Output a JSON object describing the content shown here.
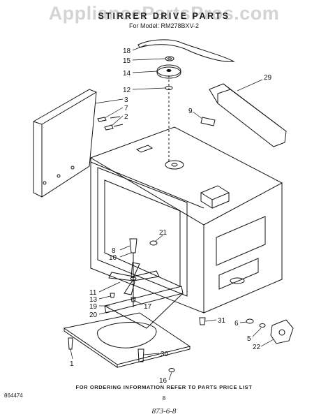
{
  "watermark": "AppliancePartsPros.com",
  "header": {
    "title": "STIRRER DRIVE PARTS",
    "model": "For Model: RM278BXV-2"
  },
  "callouts": [
    {
      "id": "18",
      "label": "18"
    },
    {
      "id": "15",
      "label": "15"
    },
    {
      "id": "14",
      "label": "14"
    },
    {
      "id": "12",
      "label": "12"
    },
    {
      "id": "29",
      "label": "29"
    },
    {
      "id": "3",
      "label": "3"
    },
    {
      "id": "7",
      "label": "7"
    },
    {
      "id": "2",
      "label": "2"
    },
    {
      "id": "9",
      "label": "9"
    },
    {
      "id": "21",
      "label": "21"
    },
    {
      "id": "8",
      "label": "8"
    },
    {
      "id": "10",
      "label": "10"
    },
    {
      "id": "11",
      "label": "11"
    },
    {
      "id": "13",
      "label": "13"
    },
    {
      "id": "17",
      "label": "17"
    },
    {
      "id": "19",
      "label": "19"
    },
    {
      "id": "20",
      "label": "20"
    },
    {
      "id": "31",
      "label": "31"
    },
    {
      "id": "6",
      "label": "6"
    },
    {
      "id": "5",
      "label": "5"
    },
    {
      "id": "22",
      "label": "22"
    },
    {
      "id": "1",
      "label": "1"
    },
    {
      "id": "30",
      "label": "30"
    },
    {
      "id": "16",
      "label": "16"
    }
  ],
  "footer": {
    "code": "864474",
    "note": "FOR ORDERING INFORMATION REFER TO PARTS PRICE LIST",
    "page": "8",
    "handwritten": "873-6-8"
  }
}
